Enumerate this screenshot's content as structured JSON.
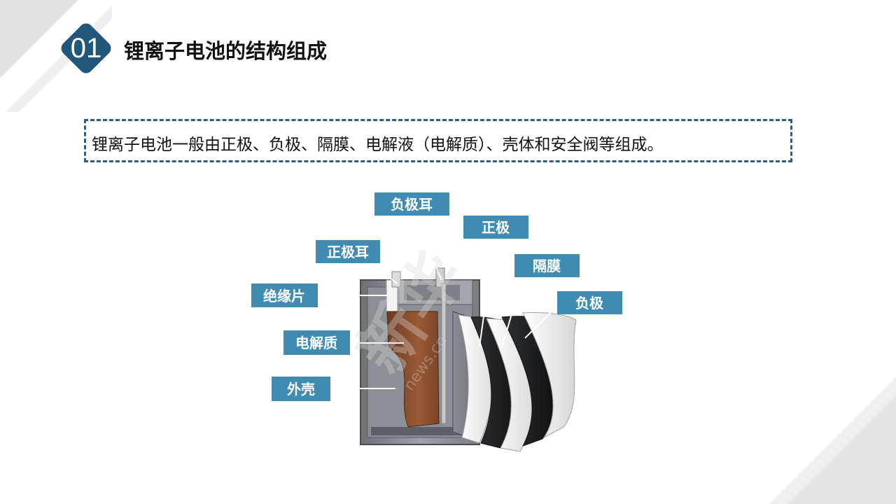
{
  "header": {
    "number": "01",
    "title": "锂离子电池的结构组成"
  },
  "description": "锂离子电池一般由正极、负极、隔膜、电解液（电解质）、壳体和安全阀等组成。",
  "diagram": {
    "labels": {
      "negative_tab": "负极耳",
      "positive_electrode": "正极",
      "positive_tab": "正极耳",
      "separator": "隔膜",
      "insulator": "绝缘片",
      "negative_electrode": "负极",
      "electrolyte": "电解质",
      "casing": "外壳"
    },
    "label_color": "#3f8bb2"
  },
  "watermark": {
    "brand": "新华",
    "domain": "news.cn"
  }
}
